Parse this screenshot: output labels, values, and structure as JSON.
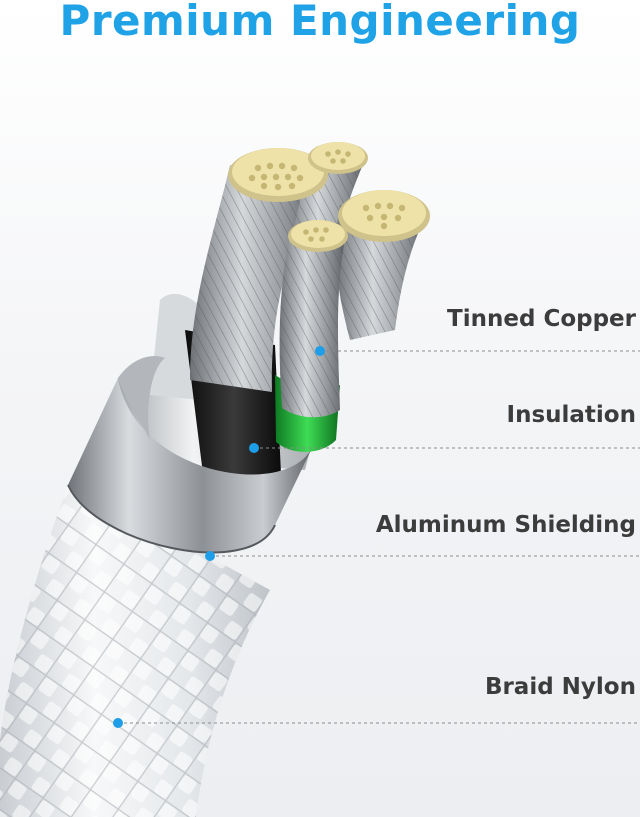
{
  "header": {
    "title": "Premium Engineering"
  },
  "callouts": [
    {
      "label": "Tinned Copper"
    },
    {
      "label": "Insulation"
    },
    {
      "label": "Aluminum Shielding"
    },
    {
      "label": "Braid Nylon"
    }
  ],
  "colors": {
    "title": "#1fa2e6",
    "dot": "#1e9ee8",
    "label": "#3c3c3c",
    "insulation_green": "#1fb23a",
    "insulation_black": "#151515",
    "copper_tip": "#efe2a8"
  }
}
